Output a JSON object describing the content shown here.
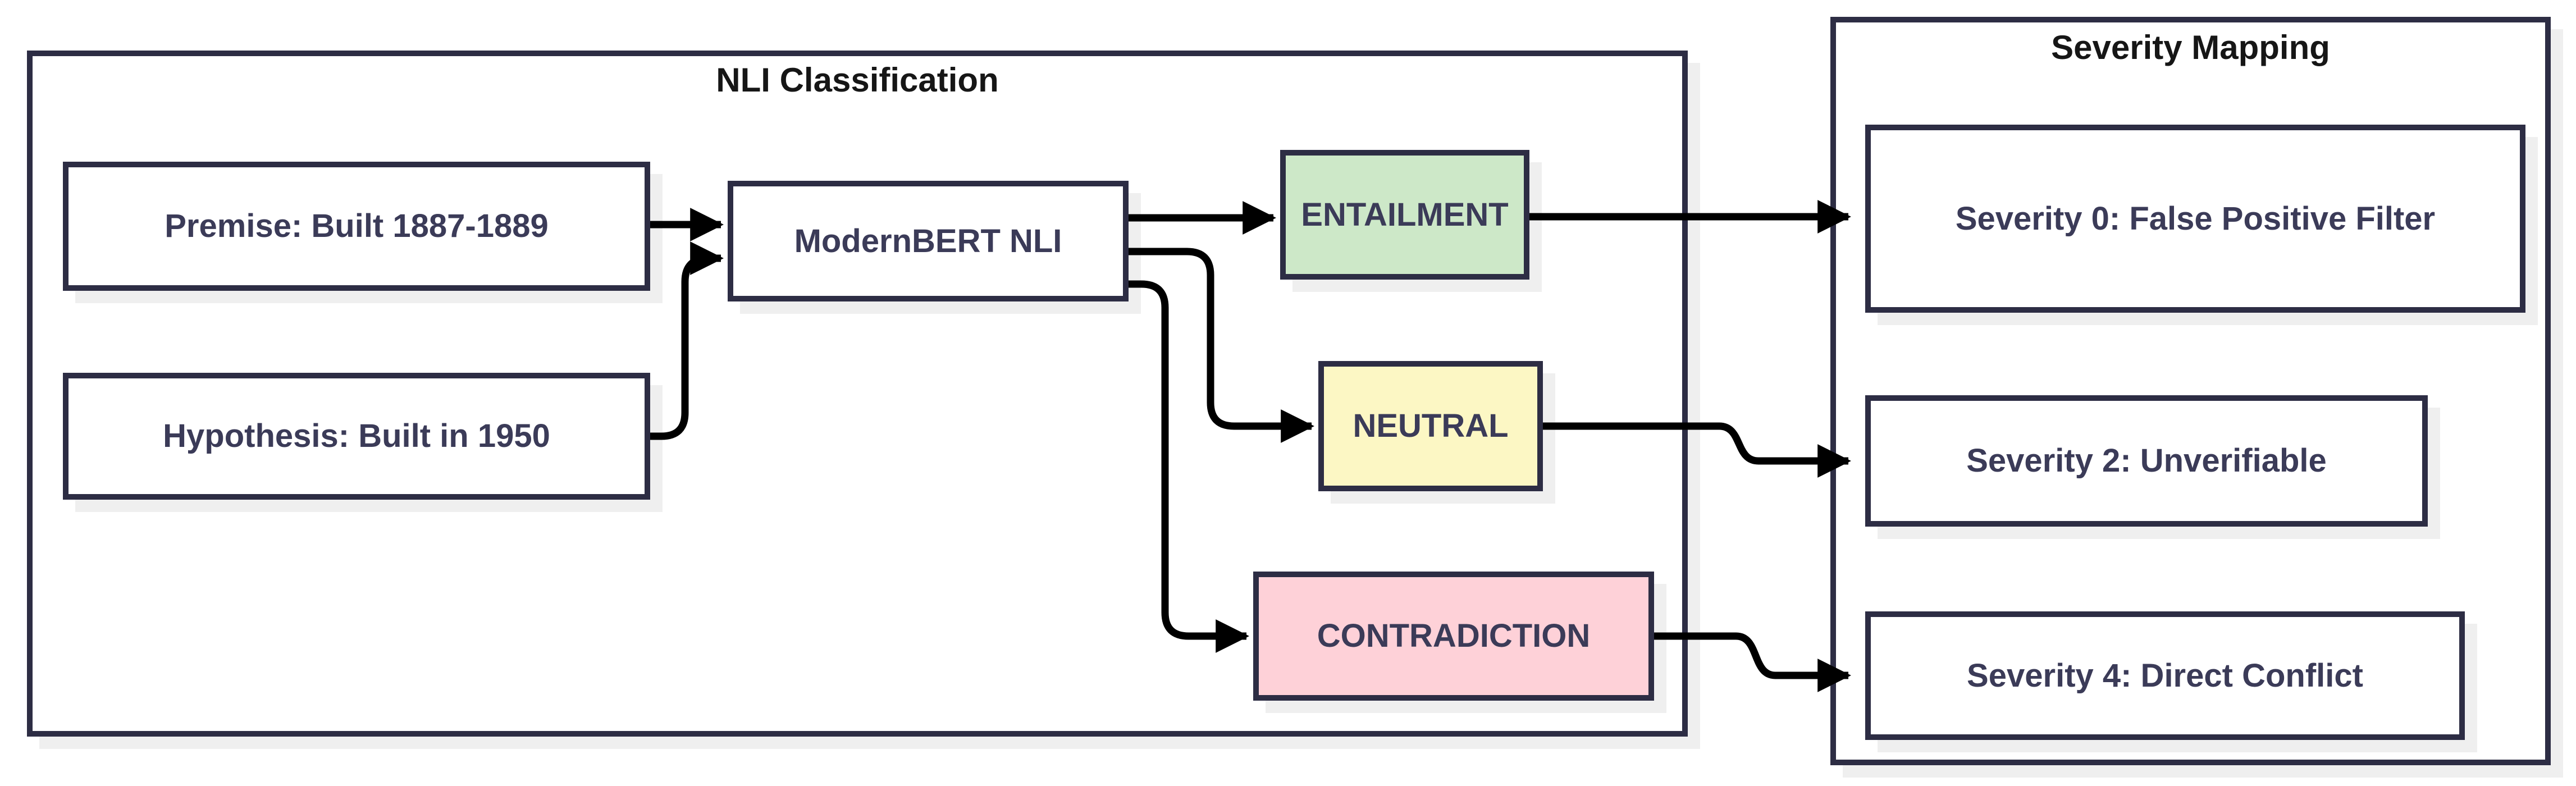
{
  "nli_section": {
    "title": "NLI Classification",
    "nodes": {
      "premise": {
        "label": "Premise: Built 1887-1889"
      },
      "hypothesis": {
        "label": "Hypothesis: Built in 1950"
      },
      "model": {
        "label": "ModernBERT NLI"
      },
      "entailment": {
        "label": "ENTAILMENT"
      },
      "neutral": {
        "label": "NEUTRAL"
      },
      "contradiction": {
        "label": "CONTRADICTION"
      }
    }
  },
  "severity_section": {
    "title": "Severity Mapping",
    "nodes": {
      "severity0": {
        "label": "Severity 0: False Positive Filter"
      },
      "severity2": {
        "label": "Severity 2: Unverifiable"
      },
      "severity4": {
        "label": "Severity 4: Direct Conflict"
      }
    }
  },
  "colors": {
    "container_border": "#2d2d44",
    "node_border": "#2d2d44",
    "entailment_fill": "#cde8c8",
    "neutral_fill": "#fcf7c4",
    "contradiction_fill": "#fed1d8",
    "default_fill": "#ffffff",
    "arrow": "#000000",
    "shadow": "#efefef",
    "node_text": "#3b3b58",
    "title_text": "#161616",
    "canvas_bg": "#ffffff"
  }
}
